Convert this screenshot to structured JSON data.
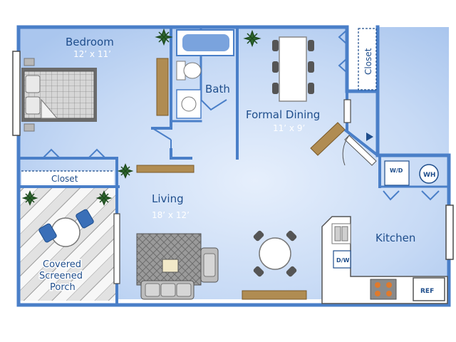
{
  "rooms": {
    "bedroom": {
      "name": "Bedroom",
      "size": "12’ x 11’"
    },
    "bath": {
      "name": "Bath"
    },
    "formal_dining": {
      "name": "Formal Dining",
      "size": "11’ x 9’"
    },
    "living": {
      "name": "Living",
      "size": "18’ x 12’"
    },
    "kitchen": {
      "name": "Kitchen"
    },
    "porch": {
      "line1": "Covered",
      "line2": "Screened",
      "line3": "Porch"
    }
  },
  "closets": {
    "bedroom_closet": "Closet",
    "dining_closet": "Closet"
  },
  "appliances": {
    "washer_dryer": "W/D",
    "water_heater": "WH",
    "dishwasher": "D/W",
    "refrigerator": "REF"
  },
  "colors": {
    "wall": "#4a7fc8",
    "floor": "#bcd2f2",
    "floor_light": "#dde9fa",
    "label": "#1f4e8c"
  }
}
